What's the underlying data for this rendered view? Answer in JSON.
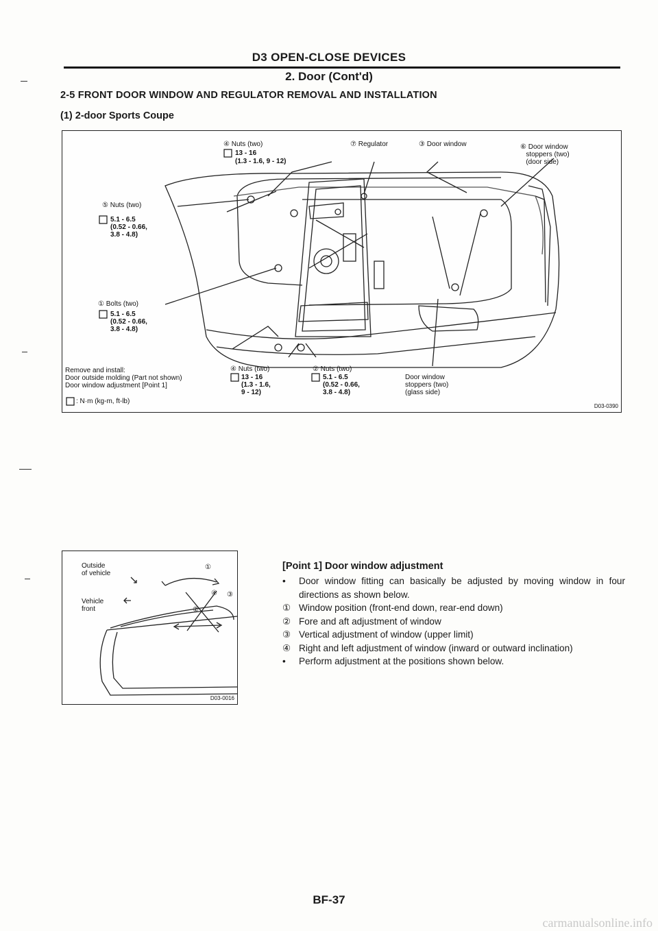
{
  "header": {
    "section_title": "D3 OPEN-CLOSE DEVICES",
    "sub_title": "2. Door (Cont'd)",
    "heading": "2-5 FRONT DOOR WINDOW AND REGULATOR REMOVAL AND INSTALLATION",
    "subheading": "(1) 2-door Sports Coupe"
  },
  "figure1": {
    "code": "D03-0390",
    "labels": {
      "nuts4_top": "④ Nuts (two)",
      "torque4_top": "13 - 16",
      "torque4_top_alt": "(1.3 - 1.6, 9 - 12)",
      "regulator": "⑦ Regulator",
      "door_window": "③ Door window",
      "stoppers6": "⑥ Door window\n   stoppers (two)\n   (door side)",
      "nuts5": "⑤ Nuts (two)",
      "torque5": "5.1 - 6.5\n(0.52 - 0.66,\n3.8 - 4.8)",
      "bolts1": "① Bolts (two)",
      "torque1": "5.1 - 6.5\n(0.52 - 0.66,\n3.8 - 4.8)",
      "remove_install": "Remove and install:\nDoor outside molding (Part not shown)\nDoor window adjustment [Point 1]",
      "unit_legend": ": N·m (kg-m, ft-lb)",
      "nuts4_bottom": "④ Nuts (two)",
      "torque4_bottom": "13 - 16\n(1.3 - 1.6,\n9 - 12)",
      "nuts2": "② Nuts (two)",
      "torque2": "5.1 - 6.5\n(0.52 - 0.66,\n3.8 - 4.8)",
      "stoppers_glass": "Door window\nstoppers (two)\n(glass side)"
    }
  },
  "figure2": {
    "code": "D03-0016",
    "labels": {
      "outside": "Outside\nof vehicle",
      "front": "Vehicle\nfront",
      "m1": "①",
      "m2": "②",
      "m3": "③",
      "m4": "④"
    }
  },
  "point1": {
    "title": "[Point 1] Door window adjustment",
    "items": [
      {
        "marker": "•",
        "text": "Door window fitting can basically be adjusted by moving window in four directions as shown below."
      },
      {
        "marker": "①",
        "text": "Window position (front-end down, rear-end down)"
      },
      {
        "marker": "②",
        "text": "Fore and aft adjustment of window"
      },
      {
        "marker": "③",
        "text": "Vertical adjustment of window (upper limit)"
      },
      {
        "marker": "④",
        "text": "Right and left adjustment of window (inward or outward inclination)"
      },
      {
        "marker": "•",
        "text": "Perform adjustment at the positions shown below."
      }
    ]
  },
  "page_number": "BF-37",
  "footer_watermark": "carmanualsonline.info"
}
